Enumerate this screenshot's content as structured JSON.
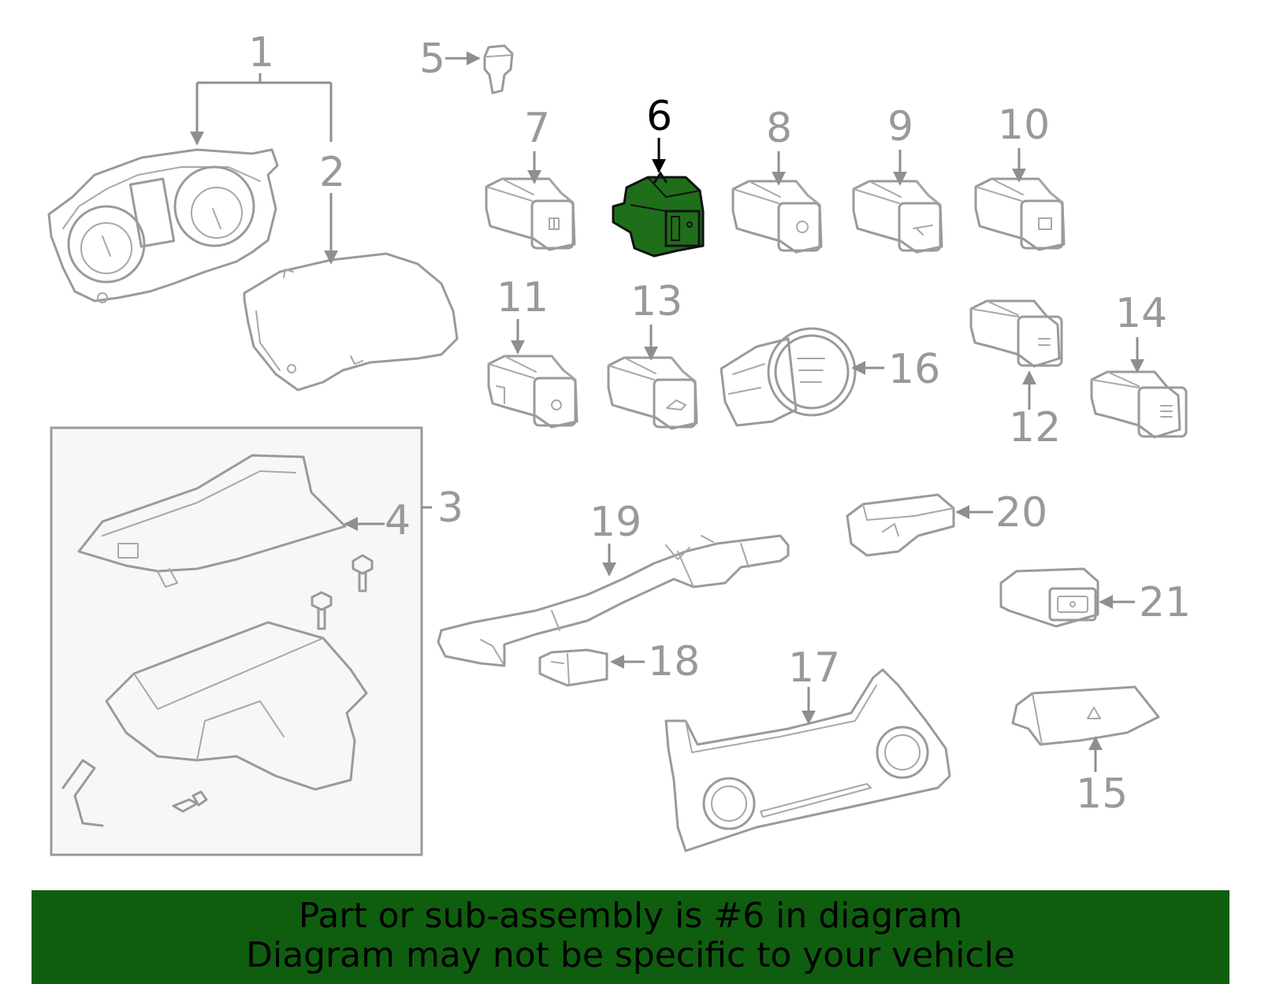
{
  "diagram": {
    "callouts": [
      "1",
      "2",
      "3",
      "4",
      "5",
      "6",
      "7",
      "8",
      "9",
      "10",
      "11",
      "12",
      "13",
      "14",
      "15",
      "16",
      "17",
      "18",
      "19",
      "20",
      "21"
    ],
    "highlighted_part": "6",
    "highlight_color": "#1f6e1a",
    "line_color": "#9a9a9a"
  },
  "banner": {
    "line1": "Part or sub-assembly is #6 in diagram",
    "line2": "Diagram may not be specific to your vehicle",
    "background_color": "#0f5e0f"
  }
}
